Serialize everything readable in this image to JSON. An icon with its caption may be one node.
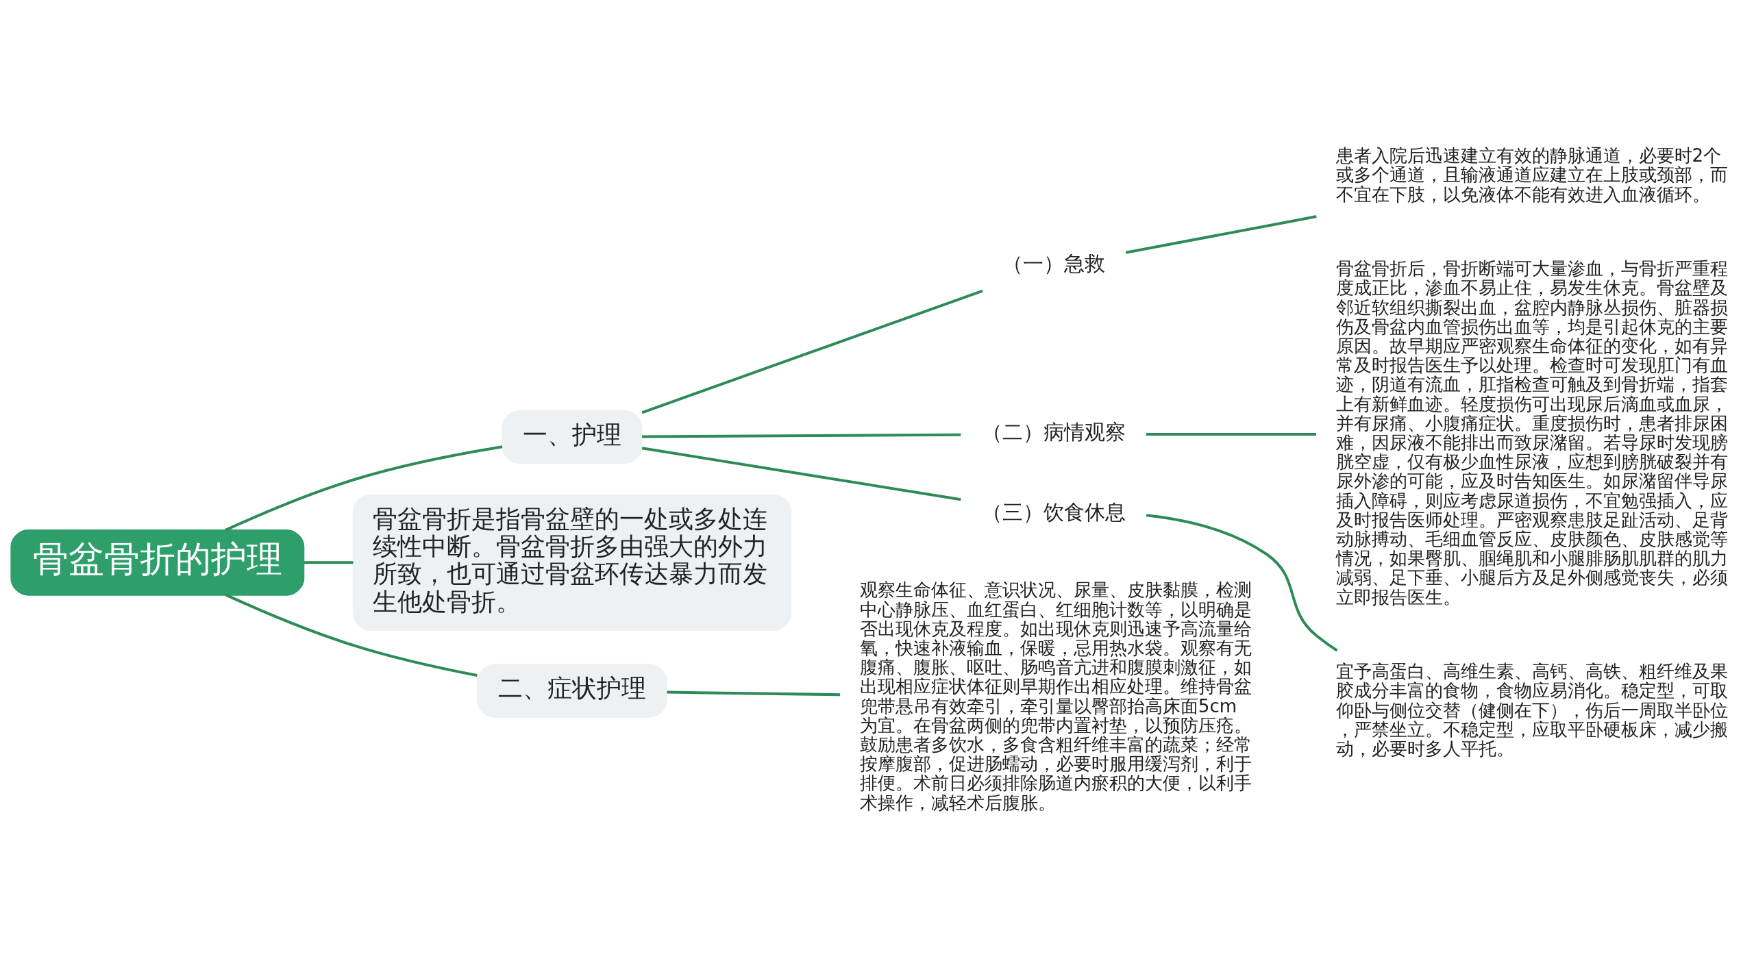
{
  "diagram": {
    "nodes": [
      {
        "text": [
          "骨盆骨折的护理"
        ]
      },
      {
        "text": [
          "一、护理"
        ]
      },
      {
        "text": [
          "（一）急救"
        ]
      },
      {
        "text": [
          "患者入院后迅速建立有效的静脉通道，必要时2个或多个通道，且输液通道应建立在上肢或颈部，而不宜在下肢，以免液体不能有效进入血液循环。"
        ]
      },
      {
        "text": [
          "（二）病情观察"
        ]
      },
      {
        "text": [
          "骨盆骨折后，骨折断端可大量渗血，与骨折严重程度成正比，渗血不易止住，易发生休克。骨盆壁及邻近软组织撕裂出血，盆腔内静脉丛损伤、脏器损伤及骨盆内血管损伤出血等，均是引起休克的主要原因。故早期应严密观察生命体征的变化，如有异常及时报告医生予以处理。检查时可发现肛门有血迹，阴道有流血，肛指检查可触及到骨折端，指套上有新鲜血迹。轻度损伤可出现尿后滴血或血尿，并有尿痛、小腹痛症状。重度损伤时，患者排尿困难，因尿液不能排出而致尿潴留。若导尿时发现膀胱空虚，仅有极少血性尿液，应想到膀胱破裂并有尿外渗的可能，应及时告知医生。如尿潴留伴导尿插入障碍，则应考虑尿道损伤，不宜勉强插入，应及时报告医师处理。严密观察患肢足趾活动、足背动脉搏动、毛细血管反应、皮肤颜色、皮肤感觉等情况，如果臀肌、腘绳肌和小腿腓肠肌肌群的肌力减弱、足下垂、小腿后方及足外侧感觉丧失，必须立即报告医生。"
        ]
      },
      {
        "text": [
          "（三）饮食休息"
        ]
      },
      {
        "text": [
          "宜予高蛋白、高维生素、高钙、高铁、粗纤维及果胶成分丰富的食物，食物应易消化。稳定型，可取仰卧与侧位交替（健侧在下），伤后一周取半卧位，严禁坐立。不稳定型，应取平卧硬板床，减少搬动，必要时多人平托。"
        ]
      },
      {
        "text": [
          "骨盆骨折是指骨盆壁的一处或多处连续性中断。骨盆骨折多由强大的外力所致，也可通过骨盆环传达暴力而发生他处骨折。"
        ]
      },
      {
        "text": [
          "二、症状护理"
        ]
      },
      {
        "text": [
          "观察生命体征、意识状况、尿量、皮肤黏膜，检测中心静脉压、血红蛋白、红细胞计数等，以明确是否出现休克及程度。如出现休克则迅速予高流量给氧，快速补液输血，保暖，忌用热水袋。观察有无腹痛、腹胀、呕吐、肠鸣音亢进和腹膜刺激征，如出现相应症状体征则早期作出相应处理。维持骨盆兜带悬吊有效牵引，牵引量以臀部抬高床面5cm为宜。在骨盆两侧的兜带内置衬垫，以预防压疮。鼓励患者多饮水，多食含粗纤维丰富的蔬菜；经常按摩腹部，促进肠蠕动，必要时服用缓泻剂，利于排便。术前日必须排除肠道内瘀积的大便，以利手术操作，减轻术后腹胀。"
        ]
      }
    ],
    "edges": [
      {
        "from": 0,
        "to": 1,
        "arrow": "none"
      },
      {
        "from": 1,
        "to": 2,
        "arrow": "none"
      },
      {
        "from": 2,
        "to": 3,
        "arrow": "none"
      },
      {
        "from": 1,
        "to": 4,
        "arrow": "none"
      },
      {
        "from": 4,
        "to": 5,
        "arrow": "none"
      },
      {
        "from": 1,
        "to": 6,
        "arrow": "none"
      },
      {
        "from": 6,
        "to": 7,
        "arrow": "none"
      },
      {
        "from": 0,
        "to": 8,
        "arrow": "none"
      },
      {
        "from": 0,
        "to": 9,
        "arrow": "none"
      },
      {
        "from": 9,
        "to": 10,
        "arrow": "none"
      }
    ]
  }
}
